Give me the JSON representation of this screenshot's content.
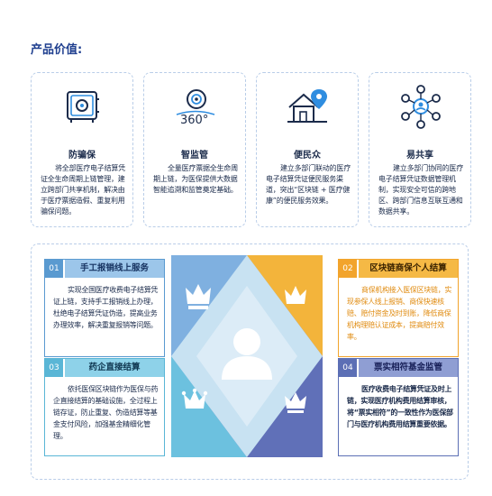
{
  "header": {
    "title": "产品价值:"
  },
  "cards": [
    {
      "icon": "safe-lock-icon",
      "title": "防骗保",
      "desc": "将全部医疗电子结算凭证全生命周期上链管理，建立跨部门共享机制，解决由于医疗票据造假、重复利用骗保问题。"
    },
    {
      "icon": "eye-360-icon",
      "title": "智监管",
      "desc": "全量医疗票据全生命周期上链，为医保提供大数据智能追溯和监管奠定基础。"
    },
    {
      "icon": "house-location-icon",
      "title": "便民众",
      "desc": "建立多部门联动的医疗电子结算凭证便民服务渠道，突出“区块链 + 医疗健康”的便民服务效果。"
    },
    {
      "icon": "network-people-icon",
      "title": "易共享",
      "desc": "建立多部门协同的医疗电子结算凭证数据管理机制，实现安全可信的跨地区、跨部门信息互联互通和数据共享。"
    }
  ],
  "features": [
    {
      "num": "01",
      "title": "手工报销线上服务",
      "desc": "实现全国医疗收费电子结算凭证上链，支持手工报销线上办理，杜绝电子结算凭证伪造，提高业务办理效率，解决重复报销等问题。"
    },
    {
      "num": "02",
      "title": "区块链商保个人结算",
      "desc": "商保机构接入医保区块链，实现参保人线上报销、商保快速核赔、赔付资金及时到账，降低商保机构理赔认证成本，提高赔付效率。"
    },
    {
      "num": "03",
      "title": "药企直接结算",
      "desc": "依托医保区块链作为医保与药企直接结算的基础设施，全过程上链存证，防止重复、伪造结算等基金支付风险，加强基金精细化管理。"
    },
    {
      "num": "04",
      "title": "票实相符基金监管",
      "desc": "医疗收费电子结算凭证及时上链，实现医疗机构费用结算审核，将“票实相符”的一致性作为医保部门与医疗机构费用结算重要依据。"
    }
  ],
  "center": {
    "icons": [
      "crown-icon",
      "crown-icon",
      "crown-icon",
      "crown-icon",
      "user-icon"
    ]
  },
  "colors": {
    "blue": "#5a9ad0",
    "orange": "#f2a42c",
    "cyan": "#5ab6d6",
    "indigo": "#5c6fb5"
  }
}
